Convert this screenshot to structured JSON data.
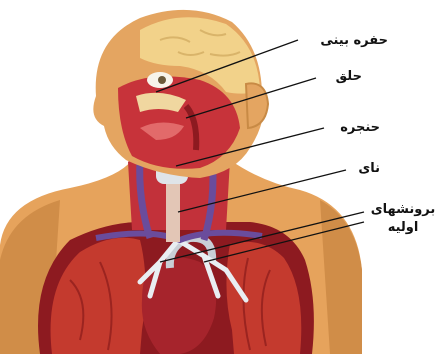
{
  "labels": {
    "nasal_cavity": "حفره بینی",
    "pharynx": "حلق",
    "larynx": "حنجره",
    "trachea": "نای",
    "primary_bronchi_line1": "برونشهای",
    "primary_bronchi_line2": "اولیه"
  },
  "colors": {
    "skin": "#e8a55e",
    "muscle": "#b3202a",
    "lung": "#c0392b",
    "heart": "#a8232c",
    "vein": "#6a4c9c",
    "brain": "#f2d28a",
    "leader_line": "#111111"
  }
}
